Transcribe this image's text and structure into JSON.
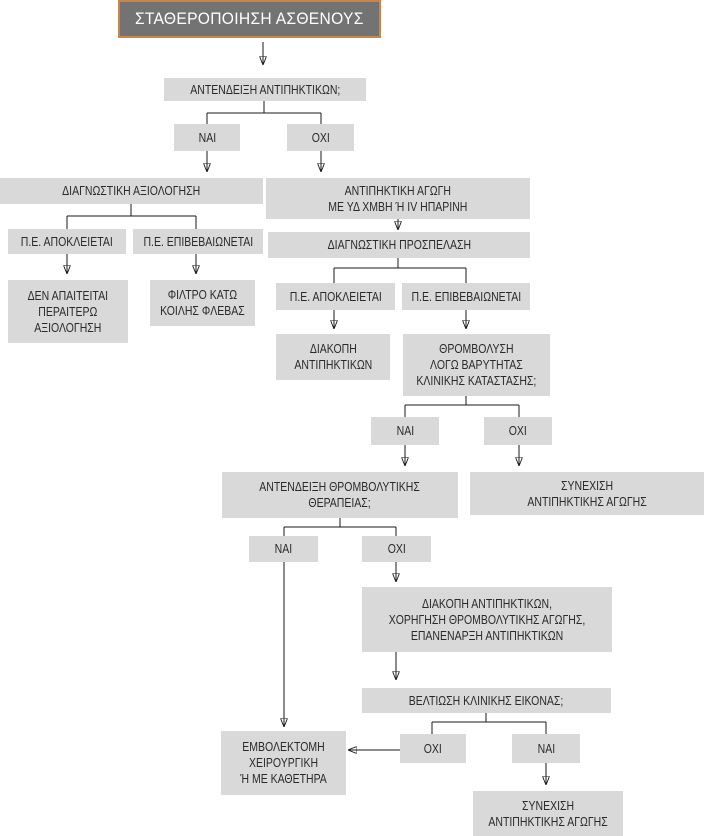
{
  "colors": {
    "box_fill": "#d9d9d9",
    "title_fill": "#737373",
    "title_border": "#c8864a",
    "line": "#1a1a1a",
    "text": "#2a2a2a",
    "title_text": "#ffffff"
  },
  "flow": {
    "start": "ΣΤΑΘΕΡΟΠΟΙΗΣΗ ΑΣΘΕΝΟΥΣ",
    "q_anticoag_contra": "ΑΝΤΕΝΔΕΙΞΗ ΑΝΤΙΠΗΚΤΙΚΩΝ;",
    "q1_yes": "ΝΑΙ",
    "q1_no": "ΟΧΙ",
    "diag_eval": "ΔΙΑΓΝΩΣΤΙΚΗ ΑΞΙΟΛΟΓΗΣΗ",
    "anticoag_therapy": "ΑΝΤΙΠΗΚΤΙΚΗ ΑΓΩΓΗ\nΜΕ ΥΔ ΧΜΒΗ Ή IV ΗΠΑΡΙΝΗ",
    "a_pe_excluded": "Π.Ε. ΑΠΟΚΛΕΙΕΤΑΙ",
    "a_pe_confirmed": "Π.Ε. ΕΠΙΒΕΒΑΙΩΝΕΤΑΙ",
    "no_further_eval": "ΔΕΝ ΑΠΑΙΤΕΙΤΑΙ\nΠΕΡΑΙΤΕΡΩ\nΑΞΙΟΛΟΓΗΣΗ",
    "ivc_filter": "ΦΙΛΤΡΟ ΚΑΤΩ\nΚΟΙΛΗΣ ΦΛΕΒΑΣ",
    "diag_approach": "ΔΙΑΓΝΩΣΤΙΚΗ ΠΡΟΣΠΕΛΑΣΗ",
    "b_pe_excluded": "Π.Ε. ΑΠΟΚΛΕΙΕΤΑΙ",
    "b_pe_confirmed": "Π.Ε. ΕΠΙΒΕΒΑΙΩΝΕΤΑΙ",
    "stop_anticoag": "ΔΙΑΚΟΠΗ\nΑΝΤΙΠΗΚΤΙΚΩΝ",
    "q_thrombolysis": "ΘΡΟΜΒΟΛΥΣΗ\nΛΟΓΩ ΒΑΡΥΤΗΤΑΣ\nΚΛΙΝΙΚΗΣ ΚΑΤΑΣΤΑΣΗΣ;",
    "q2_yes": "ΝΑΙ",
    "q2_no": "ΟΧΙ",
    "q_thrombolytic_contra": "ΑΝΤΕΝΔΕΙΞΗ ΘΡΟΜΒΟΛΥΤΙΚΗΣ\nΘΕΡΑΠΕΙΑΣ;",
    "continue_anticoag_1": "ΣΥΝΕΧΙΣΗ\nΑΝΤΙΠΗΚΤΙΚΗΣ ΑΓΩΓΗΣ",
    "q3_yes": "ΝΑΙ",
    "q3_no": "ΟΧΙ",
    "thrombolysis_protocol": "ΔΙΑΚΟΠΗ ΑΝΤΙΠΗΚΤΙΚΩΝ,\nΧΟΡΗΓΗΣΗ ΘΡΟΜΒΟΛΥΤΙΚΗΣ ΑΓΩΓΗΣ,\nΕΠΑΝΕΝΑΡΞΗ ΑΝΤΙΠΗΚΤΙΚΩΝ",
    "q_improvement": "ΒΕΛΤΙΩΣΗ ΚΛΙΝΙΚΗΣ ΕΙΚΟΝΑΣ;",
    "q4_no": "ΟΧΙ",
    "q4_yes": "ΝΑΙ",
    "embolectomy": "ΕΜΒΟΛΕΚΤΟΜΗ\nΧΕΙΡΟΥΡΓΙΚΗ\nΉ ΜΕ ΚΑΘΕΤΗΡΑ",
    "continue_anticoag_2": "ΣΥΝΕΧΙΣΗ\nΑΝΤΙΠΗΚΤΙΚΗΣ ΑΓΩΓΗΣ"
  }
}
